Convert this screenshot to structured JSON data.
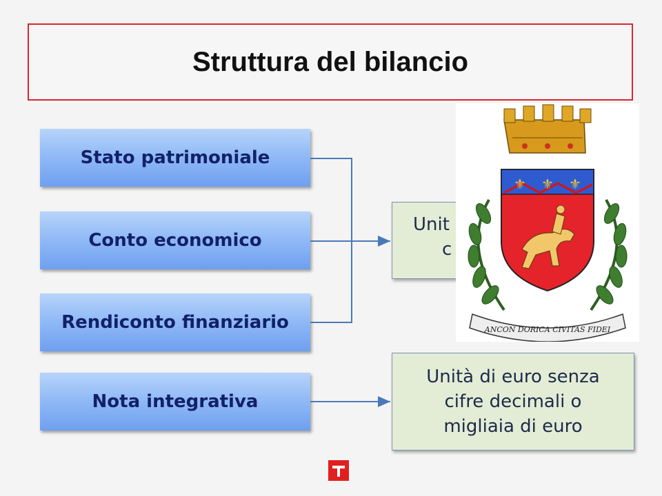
{
  "title": "Struttura del bilancio",
  "left_boxes": [
    {
      "label": "Stato patrimoniale"
    },
    {
      "label": "Conto economico"
    },
    {
      "label": "Rendiconto finanziario"
    },
    {
      "label": "Nota integrativa"
    }
  ],
  "right_boxes": [
    {
      "text_line1": "Unit",
      "text_line2": "c"
    },
    {
      "text": "Unità di euro senza cifre decimali o migliaia di euro"
    }
  ],
  "emblem": {
    "motto": "ANCON DORICA CIVITAS FIDEI"
  },
  "colors": {
    "title_border": "#d8262d",
    "left_box_top": "#b7d4fb",
    "left_box_bottom": "#6f9ff0",
    "left_box_text": "#12206a",
    "right_box_fill": "#e3ecd5",
    "connector": "#4a78b8",
    "shield_red": "#e5232b",
    "shield_blue": "#2f5bd0",
    "crown_gold": "#d79a1c",
    "laurel_green": "#3f7d2f",
    "footer_logo": "#e02020"
  }
}
